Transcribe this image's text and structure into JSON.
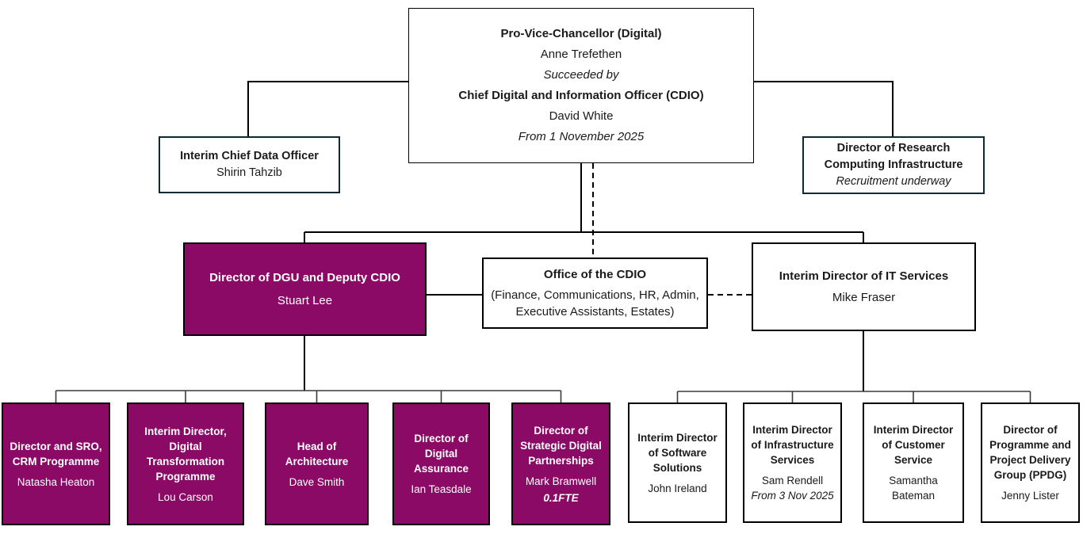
{
  "org": {
    "pvc_cdio": {
      "role1": "Pro-Vice-Chancellor (Digital)",
      "name1": "Anne Trefethen",
      "transition": "Succeeded by",
      "role2": "Chief Digital and Information Officer (CDIO)",
      "name2": "David White",
      "note": "From 1 November 2025"
    },
    "cdo": {
      "role": "Interim Chief Data Officer",
      "name": "Shirin Tahzib"
    },
    "rci": {
      "role": "Director of Research Computing Infrastructure",
      "note": "Recruitment underway"
    },
    "dgu": {
      "role": "Director of DGU and Deputy CDIO",
      "name": "Stuart Lee"
    },
    "office": {
      "role": "Office of the CDIO",
      "detail": "(Finance, Communications, HR, Admin, Executive Assistants, Estates)"
    },
    "its": {
      "role": "Interim Director of IT Services",
      "name": "Mike Fraser"
    },
    "dgu_reports": [
      {
        "role": "Director and SRO, CRM Programme",
        "name": "Natasha Heaton"
      },
      {
        "role": "Interim Director, Digital Transformation Programme",
        "name": "Lou Carson"
      },
      {
        "role": "Head of Architecture",
        "name": "Dave Smith"
      },
      {
        "role": "Director of Digital Assurance",
        "name": "Ian Teasdale"
      },
      {
        "role": "Director of Strategic Digital Partnerships",
        "name": "Mark Bramwell",
        "note": "0.1FTE"
      }
    ],
    "its_reports": [
      {
        "role": "Interim Director of Software Solutions",
        "name": "John Ireland"
      },
      {
        "role": "Interim Director of Infrastructure Services",
        "name": "Sam Rendell",
        "note": "From 3 Nov 2025"
      },
      {
        "role": "Interim Director of Customer Service",
        "name": "Samantha Bateman"
      },
      {
        "role": "Director of Programme and Project Delivery Group (PPDG)",
        "name": "Jenny Lister"
      }
    ],
    "colors": {
      "node_purple": "#8A0A66",
      "navy_border": "#0D2935",
      "line_black": "#000000"
    }
  }
}
